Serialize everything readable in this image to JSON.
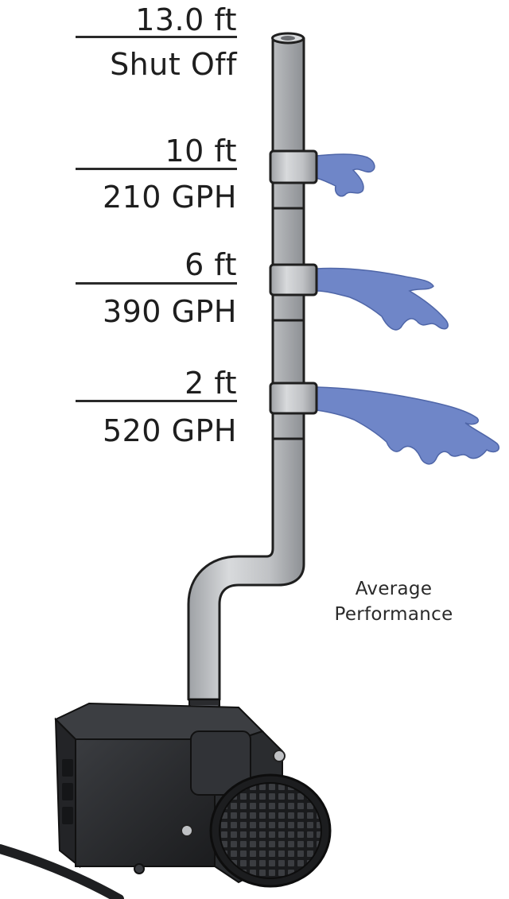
{
  "levels": [
    {
      "height": "13.0 ft",
      "flow": "Shut Off"
    },
    {
      "height": "10 ft",
      "flow": "210 GPH"
    },
    {
      "height": "6 ft",
      "flow": "390 GPH"
    },
    {
      "height": "2 ft",
      "flow": "520 GPH"
    }
  ],
  "caption": {
    "line1": "Average",
    "line2": "Performance"
  },
  "colors": {
    "pipe_fill": "#c4c6c9",
    "pipe_outline": "#1f1f1f",
    "water": "#6f86c8",
    "pump_body": "#2b2d30",
    "text": "#1e1e1e"
  },
  "icons": [
    "vertical-pipe-icon",
    "water-stream-icon",
    "pump-icon",
    "intake-grille-icon",
    "power-cord-icon"
  ]
}
